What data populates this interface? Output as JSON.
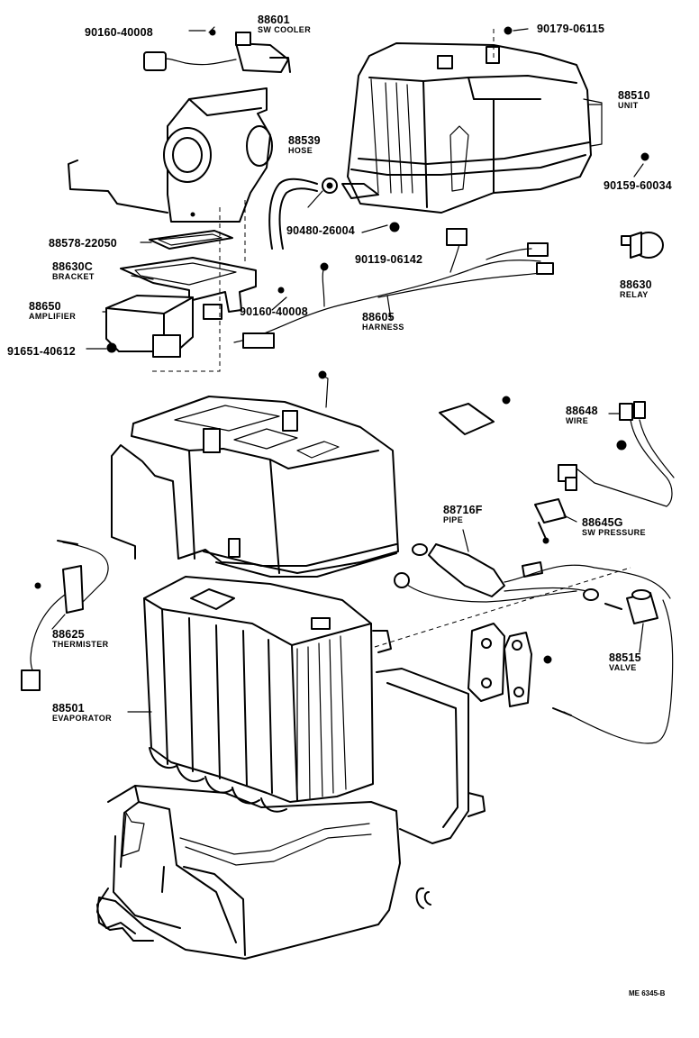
{
  "diagram": {
    "footer_code": "ME  6345-B",
    "parts": [
      {
        "id": "sw_cooler",
        "number": "88601",
        "name": "SW COOLER"
      },
      {
        "id": "screw_40008_top",
        "number": "90160-40008",
        "name": ""
      },
      {
        "id": "bolt_06115",
        "number": "90179-06115",
        "name": ""
      },
      {
        "id": "unit",
        "number": "88510",
        "name": "UNIT"
      },
      {
        "id": "hose",
        "number": "88539",
        "name": "HOSE"
      },
      {
        "id": "screw_60034",
        "number": "90159-60034",
        "name": ""
      },
      {
        "id": "gasket_22050",
        "number": "88578-22050",
        "name": ""
      },
      {
        "id": "grommet_26004",
        "number": "90480-26004",
        "name": ""
      },
      {
        "id": "bolt_06142",
        "number": "90119-06142",
        "name": ""
      },
      {
        "id": "bracket",
        "number": "88630C",
        "name": "BRACKET"
      },
      {
        "id": "relay",
        "number": "88630",
        "name": "RELAY"
      },
      {
        "id": "screw_40008_mid",
        "number": "90160-40008",
        "name": ""
      },
      {
        "id": "amplifier",
        "number": "88650",
        "name": "AMPLIFIER"
      },
      {
        "id": "harness",
        "number": "88605",
        "name": "HARNESS"
      },
      {
        "id": "bolt_40612",
        "number": "91651-40612",
        "name": ""
      },
      {
        "id": "wire",
        "number": "88648",
        "name": "WIRE"
      },
      {
        "id": "pipe",
        "number": "88716F",
        "name": "PIPE"
      },
      {
        "id": "sw_pressure",
        "number": "88645G",
        "name": "SW PRESSURE"
      },
      {
        "id": "thermister",
        "number": "88625",
        "name": "THERMISTER"
      },
      {
        "id": "valve",
        "number": "88515",
        "name": "VALVE"
      },
      {
        "id": "evaporator",
        "number": "88501",
        "name": "EVAPORATOR"
      }
    ]
  }
}
